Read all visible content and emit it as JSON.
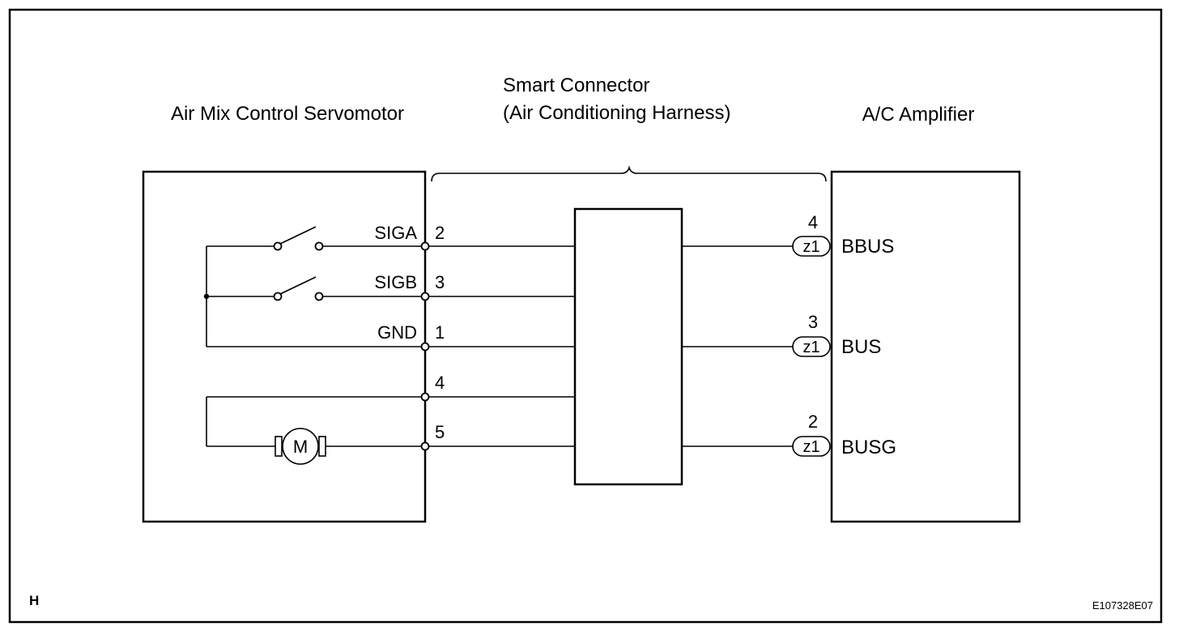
{
  "components": {
    "servomotor": "Air Mix Control Servomotor",
    "smart_connector_line1": "Smart Connector",
    "smart_connector_line2": "(Air Conditioning Harness)",
    "amplifier": "A/C Amplifier"
  },
  "servomotor_pins": {
    "siga": {
      "name": "SIGA",
      "num": "2"
    },
    "sigb": {
      "name": "SIGB",
      "num": "3"
    },
    "gnd": {
      "name": "GND",
      "num": "1"
    },
    "p4": {
      "num": "4"
    },
    "p5": {
      "num": "5"
    }
  },
  "motor_label": "M",
  "amplifier_pins": {
    "bbus": {
      "name": "BBUS",
      "num": "4",
      "connector": "z1"
    },
    "bus": {
      "name": "BUS",
      "num": "3",
      "connector": "z1"
    },
    "busg": {
      "name": "BUSG",
      "num": "2",
      "connector": "z1"
    }
  },
  "corner_label": "H",
  "figure_code": "E107328E07"
}
